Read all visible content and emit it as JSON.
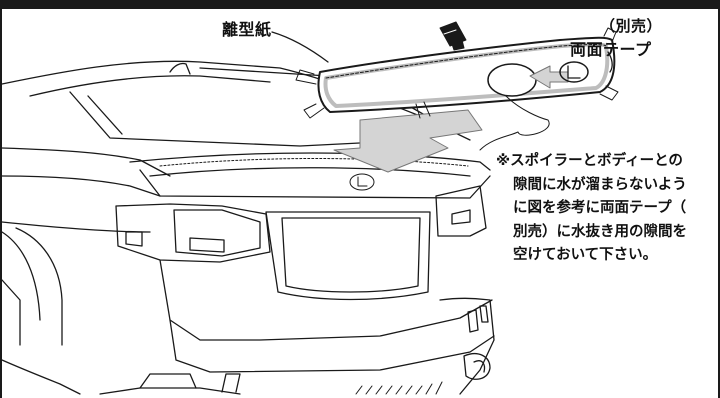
{
  "labels": {
    "release_paper": "離型紙",
    "sold_separately": "（別売）",
    "double_sided_tape": "両面テープ"
  },
  "note": {
    "lines": [
      "※スポイラーとボディーとの",
      "隙間に水が溜まらないよう",
      "に図を参考に両面テープ（",
      "別売）に水抜き用の隙間を",
      "空けておいて下さい。"
    ]
  },
  "colors": {
    "frame": "#1a1a1a",
    "line": "#1a1a1a",
    "arrow_fill": "#d4d4d4",
    "tape_band": "#bdbdbd"
  },
  "icons": {
    "emblem": "lexus-emblem-icon",
    "arrow": "down-arrow-icon",
    "bottle": "adhesive-bottle-icon"
  }
}
